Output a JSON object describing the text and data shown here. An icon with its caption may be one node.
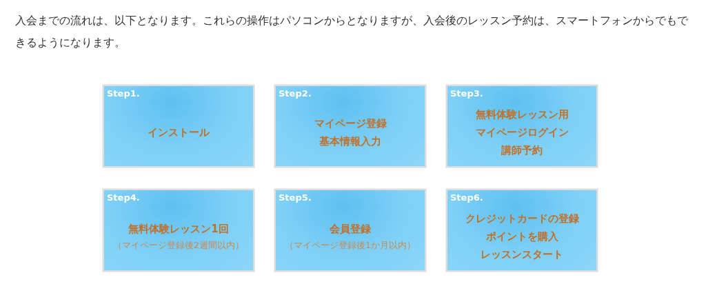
{
  "diagram": {
    "nodes": [
      {
        "text": [
          "Step1.",
          "インストール"
        ]
      },
      {
        "text": [
          "Step2.",
          "マイページ登録",
          "基本情報入力"
        ]
      },
      {
        "text": [
          "Step3.",
          "無料体験レッスン用",
          "マイページログイン",
          "講師予約"
        ]
      },
      {
        "text": [
          "Step4.",
          "無料体験レッスン1回",
          "（マイページ登録後2週間以内）"
        ]
      },
      {
        "text": [
          "Step5.",
          "会員登録",
          "（マイページ登録後1か月以内）"
        ]
      },
      {
        "text": [
          "Step6.",
          "クレジットカードの登録",
          "ポイントを購入",
          "レッスンスタート"
        ]
      }
    ],
    "edges": [],
    "labels": [
      "入会までの流れは、以下となります。これらの操作はパソコンからとなりますが、入会後のレッスン予約は、スマートフォンからでもできるようになります。"
    ]
  }
}
